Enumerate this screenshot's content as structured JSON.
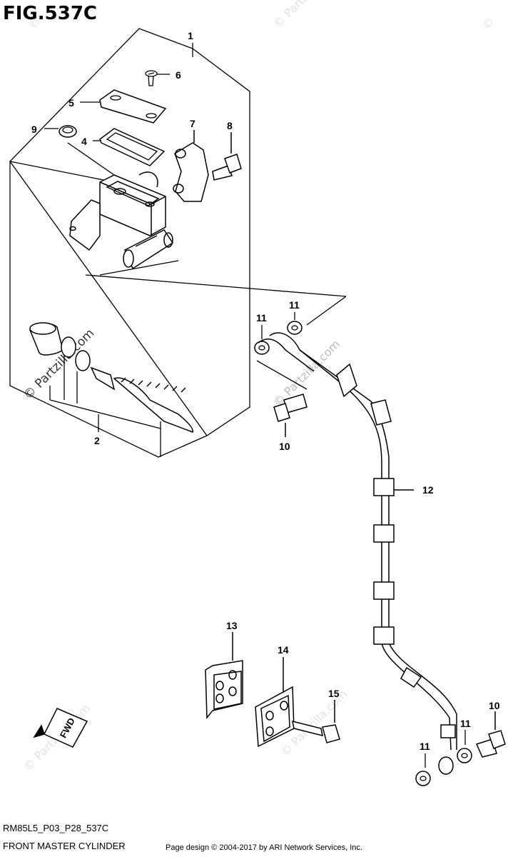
{
  "figure": {
    "title": "FIG.537C",
    "code": "RM85L5_P03_P28_537C",
    "name": "FRONT MASTER CYLINDER"
  },
  "footer": {
    "credit": "Page design © 2004-2017 by ARI Network Services, Inc."
  },
  "watermark": {
    "text": "© Partzilla.com",
    "short": "©"
  },
  "direction_badge": "FWD",
  "callouts": [
    "1",
    "2",
    "4",
    "5",
    "6",
    "7",
    "8",
    "9",
    "10",
    "10",
    "11",
    "11",
    "11",
    "11",
    "12",
    "13",
    "14",
    "15"
  ]
}
